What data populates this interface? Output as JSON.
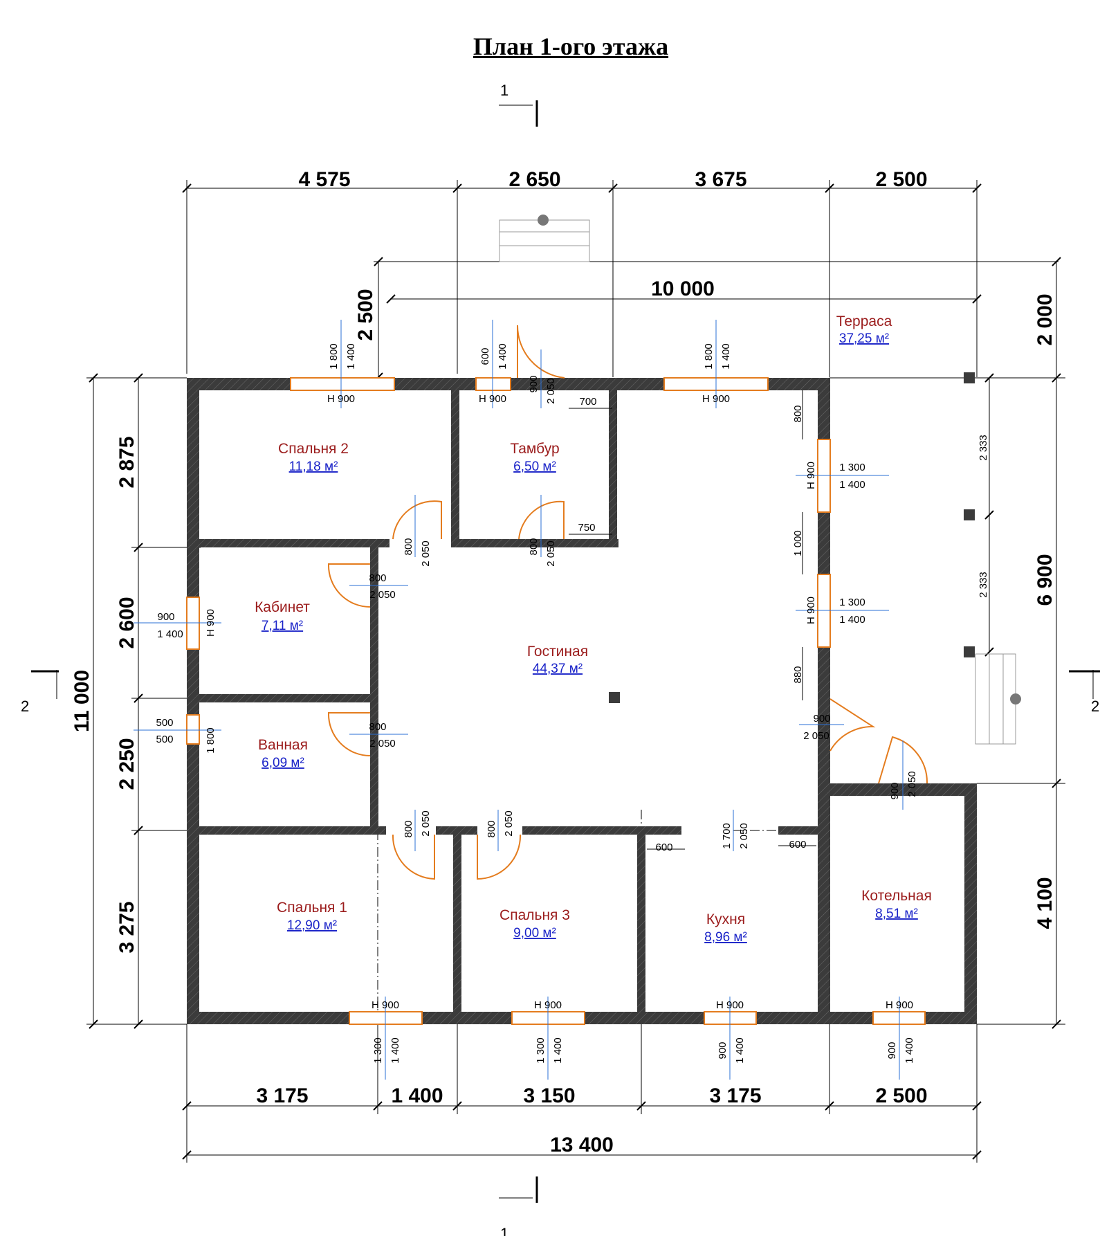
{
  "title": "План 1-ого этажа",
  "section_marks": {
    "s1": "1",
    "s2": "2"
  },
  "rooms": [
    {
      "name": "Спальня 2",
      "area": "11,18 м²"
    },
    {
      "name": "Тамбур",
      "area": "6,50 м²"
    },
    {
      "name": "Кабинет",
      "area": "7,11 м²"
    },
    {
      "name": "Гостиная",
      "area": "44,37 м²"
    },
    {
      "name": "Ванная",
      "area": "6,09 м²"
    },
    {
      "name": "Спальня 1",
      "area": "12,90 м²"
    },
    {
      "name": "Спальня 3",
      "area": "9,00 м²"
    },
    {
      "name": "Кухня",
      "area": "8,96 м²"
    },
    {
      "name": "Котельная",
      "area": "8,51 м²"
    },
    {
      "name": "Терраса",
      "area": "37,25 м²"
    }
  ],
  "dims_top": [
    "4 575",
    "2 650",
    "3 675",
    "2 500"
  ],
  "dim_terrace_width": "10 000",
  "dim_terrace_depth": "2 500",
  "dims_bottom": [
    "3 175",
    "1 400",
    "3 150",
    "3 175",
    "2 500"
  ],
  "dim_total_width": "13 400",
  "dims_left": [
    "2 875",
    "2 600",
    "2 250",
    "3 275"
  ],
  "dim_total_height": "11 000",
  "dims_right": [
    "2 000",
    "6 900",
    "4 100"
  ],
  "dims_terrace_posts": [
    "2 333",
    "2 333"
  ],
  "openings": {
    "h900": "Н 900",
    "v1800": "1 800",
    "v1400": "1 400",
    "v600": "600",
    "v900": "900",
    "v2050": "2 050",
    "v800": "800",
    "v1300": "1 300",
    "v500": "500",
    "v1700": "1 700",
    "v700": "700",
    "v750": "750",
    "v1000": "1 000",
    "v880": "880"
  }
}
